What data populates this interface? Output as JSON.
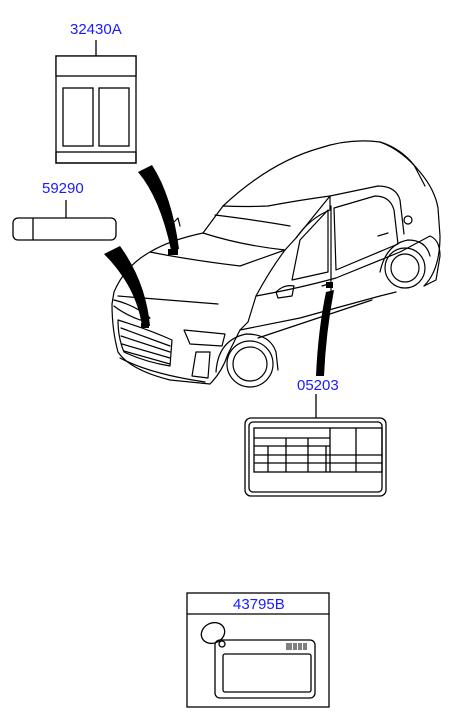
{
  "parts": [
    {
      "id": "label-32430a",
      "number": "32430A"
    },
    {
      "id": "label-59290",
      "number": "59290"
    },
    {
      "id": "label-05203",
      "number": "05203"
    },
    {
      "id": "label-43795b",
      "number": "43795B"
    }
  ],
  "colors": {
    "part_number_link": "#1a1aff",
    "line_art": "#000000",
    "background": "#ffffff"
  }
}
